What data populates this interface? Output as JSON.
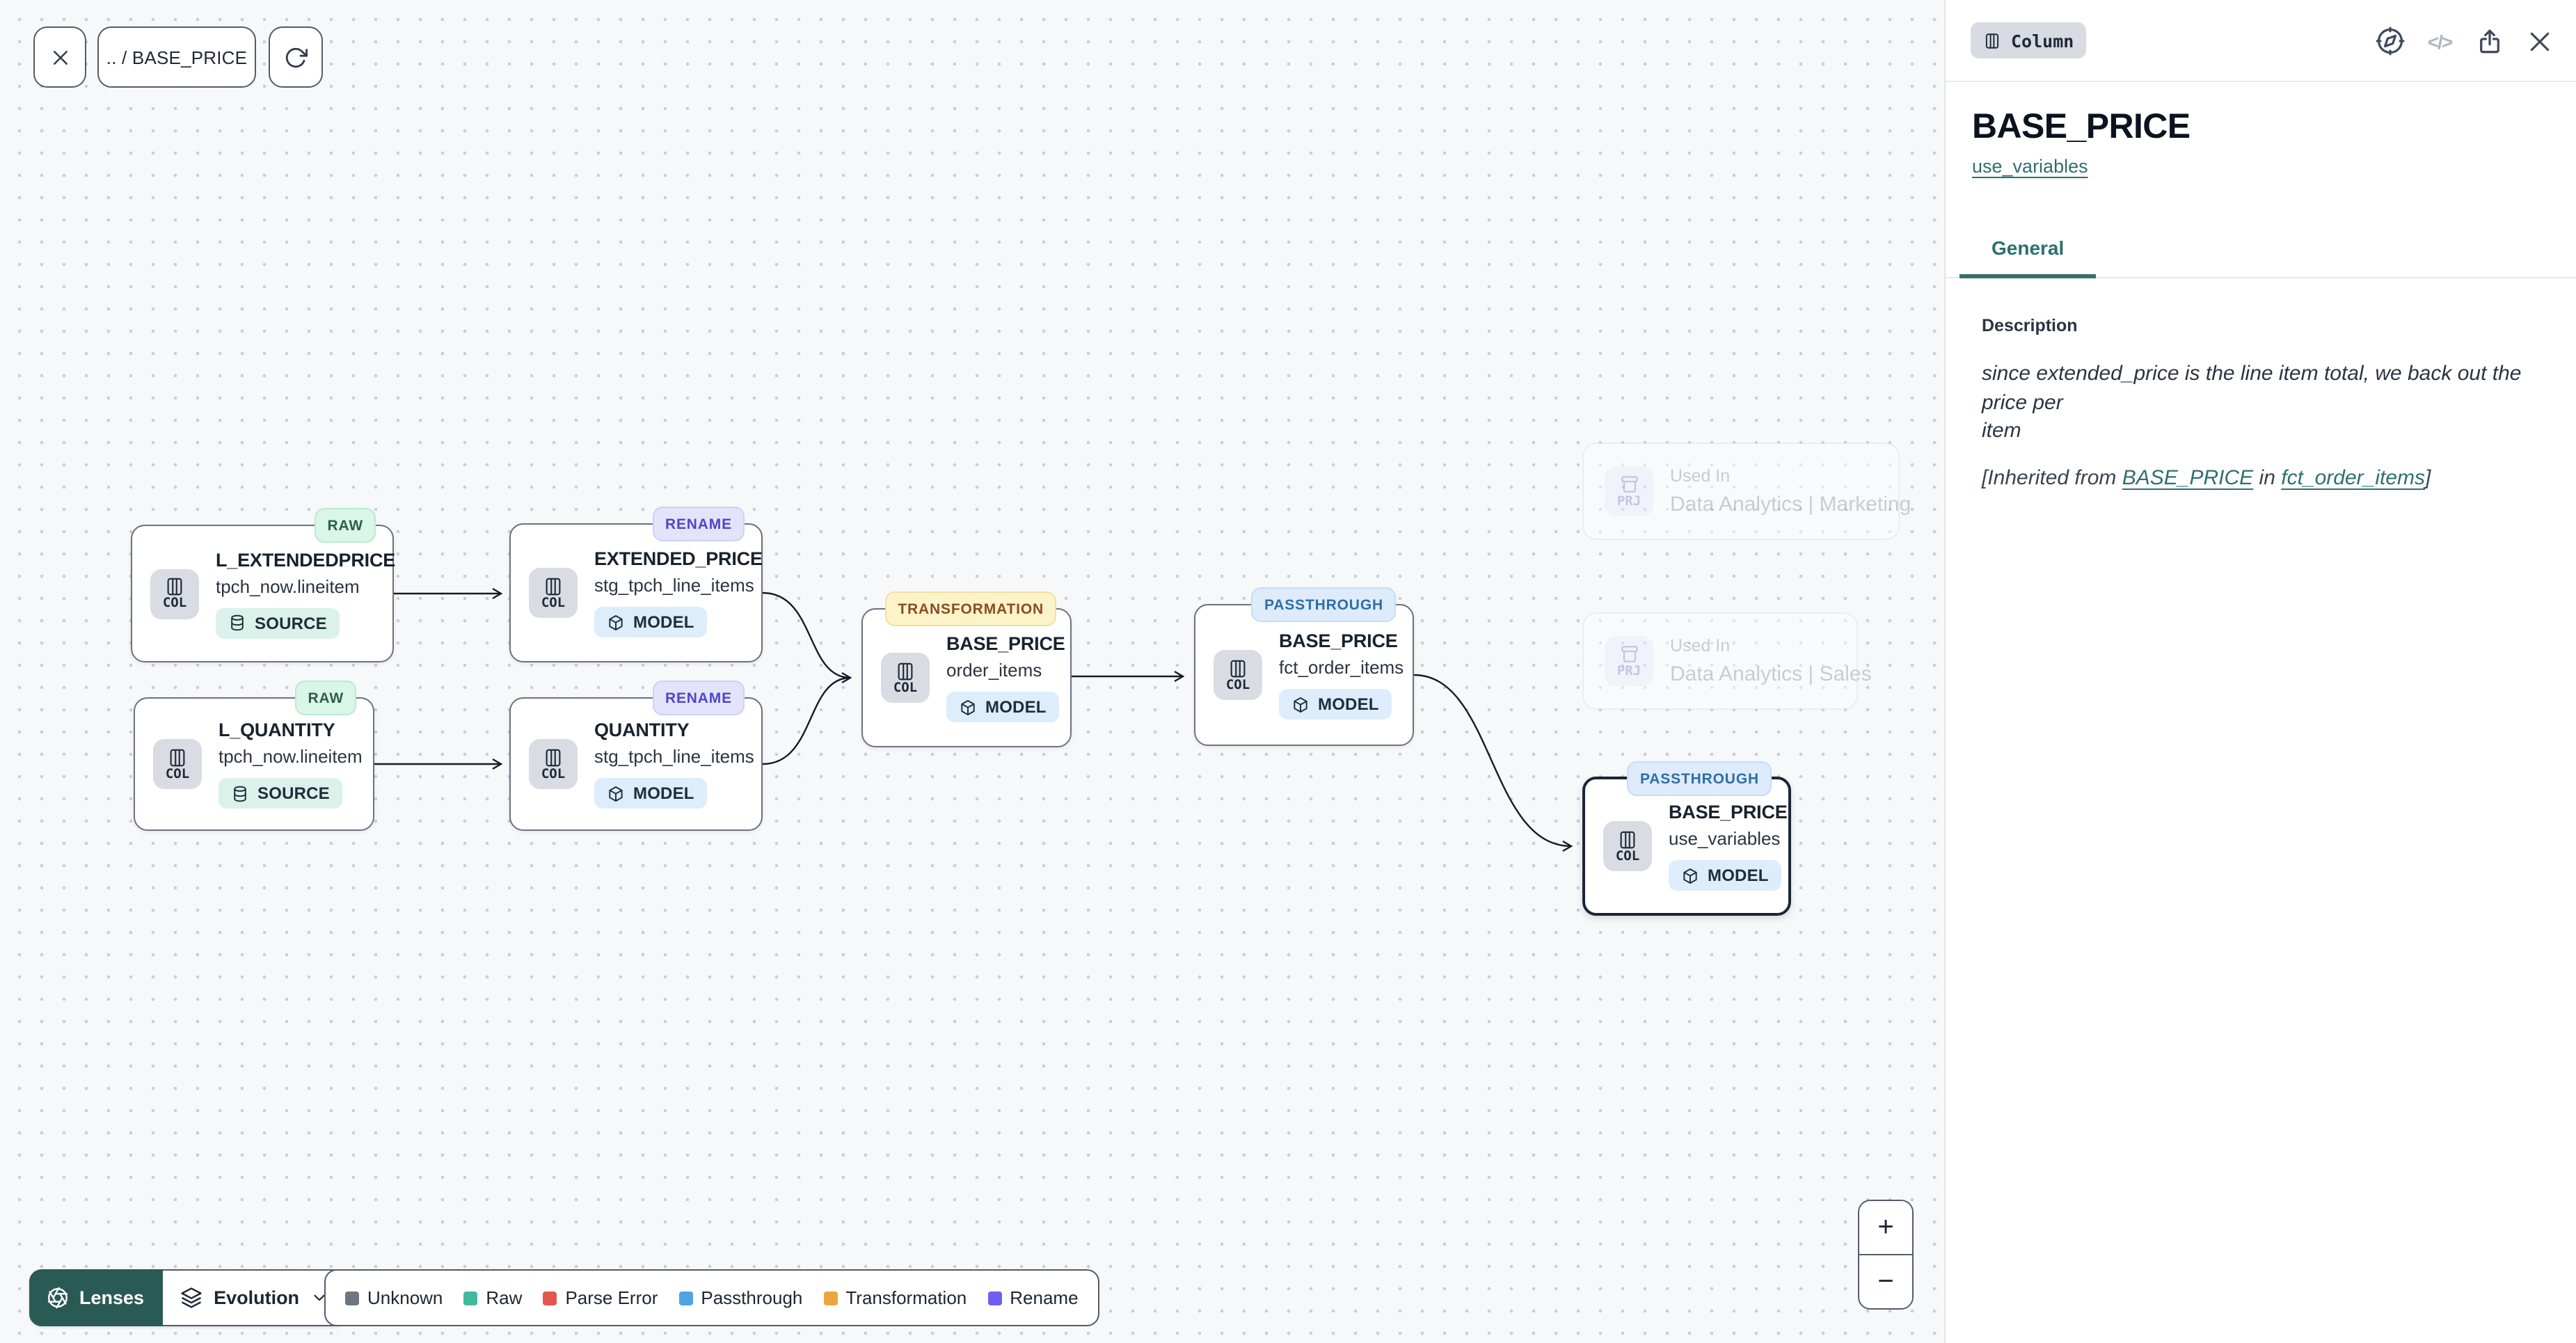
{
  "toolbar": {
    "breadcrumb": ".. / BASE_PRICE"
  },
  "canvas": {
    "col_label": "COL",
    "prj_label": "PRJ",
    "nodes": [
      {
        "badge": "RAW",
        "title": "L_EXTENDEDPRICE",
        "subtitle": "tpch_now.lineitem",
        "chip": "SOURCE"
      },
      {
        "badge": "RENAME",
        "title": "EXTENDED_PRICE",
        "subtitle": "stg_tpch_line_items",
        "chip": "MODEL"
      },
      {
        "badge": "RAW",
        "title": "L_QUANTITY",
        "subtitle": "tpch_now.lineitem",
        "chip": "SOURCE"
      },
      {
        "badge": "RENAME",
        "title": "QUANTITY",
        "subtitle": "stg_tpch_line_items",
        "chip": "MODEL"
      },
      {
        "badge": "TRANSFORMATION",
        "title": "BASE_PRICE",
        "subtitle": "order_items",
        "chip": "MODEL"
      },
      {
        "badge": "PASSTHROUGH",
        "title": "BASE_PRICE",
        "subtitle": "fct_order_items",
        "chip": "MODEL"
      },
      {
        "badge": "PASSTHROUGH",
        "title": "BASE_PRICE",
        "subtitle": "use_variables",
        "chip": "MODEL"
      }
    ],
    "used_in": [
      {
        "label": "Used In",
        "name": "Data Analytics | Marketing"
      },
      {
        "label": "Used In",
        "name": "Data Analytics | Sales"
      }
    ]
  },
  "footer": {
    "lenses_label": "Lenses",
    "lens_selected": "Evolution",
    "legend": [
      {
        "label": "Unknown",
        "color": "#6d7580"
      },
      {
        "label": "Raw",
        "color": "#41b8a0"
      },
      {
        "label": "Parse Error",
        "color": "#e2574e"
      },
      {
        "label": "Passthrough",
        "color": "#4ea3e4"
      },
      {
        "label": "Transformation",
        "color": "#eaa63c"
      },
      {
        "label": "Rename",
        "color": "#6e5ff2"
      }
    ]
  },
  "zoom_controls": {
    "zoom_in": "+",
    "zoom_out": "−"
  },
  "panel": {
    "type_badge": "Column",
    "title": "BASE_PRICE",
    "model_link": "use_variables",
    "tab_general": "General",
    "description": {
      "label": "Description",
      "line1": "since extended_price is the line item total, we back out the price per",
      "line2": "item",
      "inherited_prefix": "[Inherited from ",
      "inherited_column_link": "BASE_PRICE",
      "inherited_middle": " in ",
      "inherited_model_link": "fct_order_items",
      "inherited_suffix": "]"
    },
    "accent_color": "#2e6f6f"
  }
}
